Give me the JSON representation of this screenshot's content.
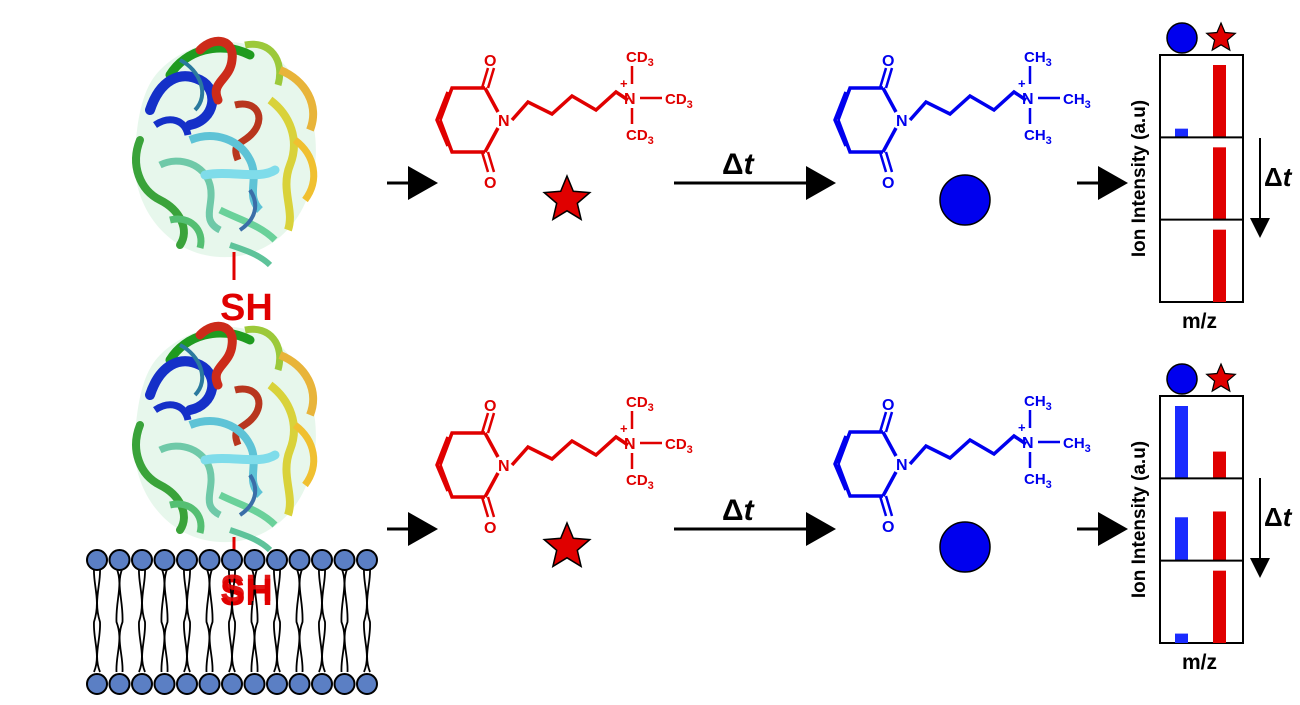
{
  "colors": {
    "heavy": "#e00000",
    "light": "#0000ee",
    "bar_blue": "#1a2bff",
    "bar_red": "#e00000",
    "lipid_head": "#5b7fc4",
    "black": "#000000"
  },
  "shapes": {
    "heavy_marker": "star",
    "light_marker": "circle"
  },
  "protein": {
    "thiol_label": "SH"
  },
  "heavy_reagent": {
    "oxygen": "O",
    "nitrogen": "N",
    "plus": "+",
    "methyl_groups": [
      "CD",
      "CD",
      "CD"
    ],
    "subscript": "3"
  },
  "light_reagent": {
    "oxygen": "O",
    "nitrogen": "N",
    "plus": "+",
    "methyl_groups": [
      "CH",
      "CH",
      "CH"
    ],
    "subscript": "3"
  },
  "time_label": "Δt",
  "time_label_delta": "Δ",
  "time_label_t": "t",
  "rows": [
    {
      "id": "soluble",
      "ylabel": "Ion Intensity (a.u)",
      "xlabel": "m/z",
      "panels": [
        {
          "blue": 0.12,
          "red": 1.0
        },
        {
          "blue": 0.0,
          "red": 1.0
        },
        {
          "blue": 0.0,
          "red": 1.0
        }
      ]
    },
    {
      "id": "membrane",
      "ylabel": "Ion Intensity (a.u)",
      "xlabel": "m/z",
      "panels": [
        {
          "blue": 1.0,
          "red": 0.37
        },
        {
          "blue": 0.6,
          "red": 0.68
        },
        {
          "blue": 0.13,
          "red": 1.0
        }
      ]
    }
  ]
}
